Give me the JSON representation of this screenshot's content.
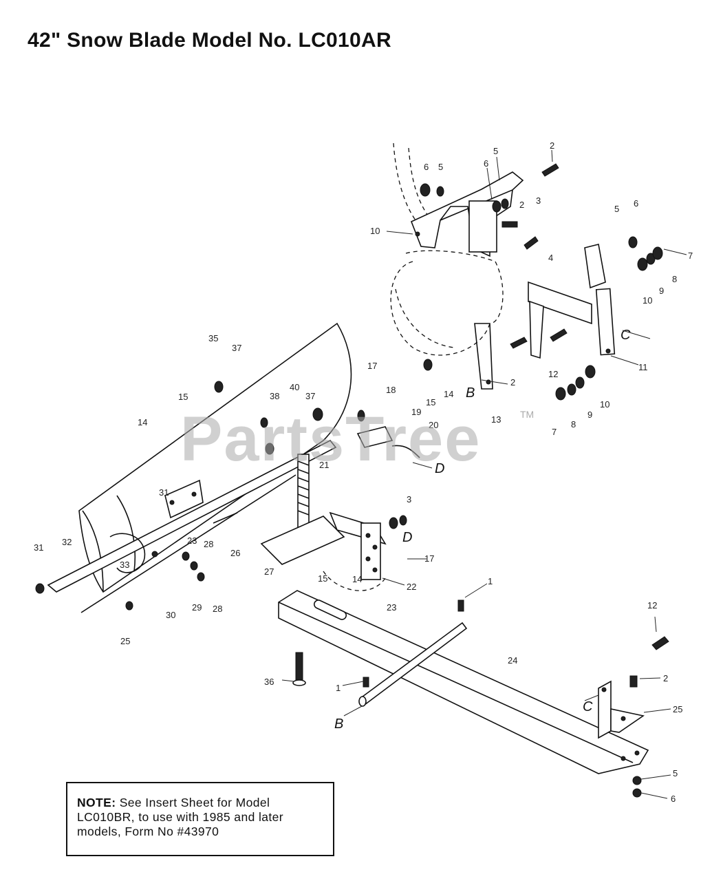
{
  "title": "42\" Snow Blade Model No. LC010AR",
  "watermark": "PartsTree",
  "watermark_mark": "TM",
  "note": {
    "label": "NOTE:",
    "text": "See Insert Sheet for Model LC010BR, to use with 1985 and later models, Form No #43970"
  },
  "callouts": [
    {
      "id": "c01",
      "text": "2"
    },
    {
      "id": "c02",
      "text": "5"
    },
    {
      "id": "c03",
      "text": "6"
    },
    {
      "id": "c04",
      "text": "6"
    },
    {
      "id": "c05",
      "text": "5"
    },
    {
      "id": "c06",
      "text": "2"
    },
    {
      "id": "c07",
      "text": "3"
    },
    {
      "id": "c08",
      "text": "10"
    },
    {
      "id": "c09",
      "text": "4"
    },
    {
      "id": "c10",
      "text": "5"
    },
    {
      "id": "c11",
      "text": "6"
    },
    {
      "id": "c12",
      "text": "7"
    },
    {
      "id": "c13",
      "text": "8"
    },
    {
      "id": "c14",
      "text": "9"
    },
    {
      "id": "c15",
      "text": "10"
    },
    {
      "id": "c16",
      "text": "11"
    },
    {
      "id": "c17",
      "text": "12"
    },
    {
      "id": "c18",
      "text": "2"
    },
    {
      "id": "c19",
      "text": "10"
    },
    {
      "id": "c20",
      "text": "9"
    },
    {
      "id": "c21",
      "text": "8"
    },
    {
      "id": "c22",
      "text": "7"
    },
    {
      "id": "c23",
      "text": "13"
    },
    {
      "id": "c24",
      "text": "14"
    },
    {
      "id": "c25",
      "text": "15"
    },
    {
      "id": "c26",
      "text": "17"
    },
    {
      "id": "c27",
      "text": "18"
    },
    {
      "id": "c28",
      "text": "19"
    },
    {
      "id": "c29",
      "text": "20"
    },
    {
      "id": "c30",
      "text": "35"
    },
    {
      "id": "c31",
      "text": "37"
    },
    {
      "id": "c32",
      "text": "15"
    },
    {
      "id": "c33",
      "text": "14"
    },
    {
      "id": "c34",
      "text": "38"
    },
    {
      "id": "c35",
      "text": "40"
    },
    {
      "id": "c36",
      "text": "37"
    },
    {
      "id": "c37",
      "text": "21"
    },
    {
      "id": "c38",
      "text": "31"
    },
    {
      "id": "c39",
      "text": "3"
    },
    {
      "id": "c40",
      "text": "17"
    },
    {
      "id": "c41",
      "text": "15"
    },
    {
      "id": "c42",
      "text": "14"
    },
    {
      "id": "c43",
      "text": "22"
    },
    {
      "id": "c44",
      "text": "23"
    },
    {
      "id": "c45",
      "text": "31"
    },
    {
      "id": "c46",
      "text": "32"
    },
    {
      "id": "c47",
      "text": "33"
    },
    {
      "id": "c48",
      "text": "23"
    },
    {
      "id": "c49",
      "text": "28"
    },
    {
      "id": "c50",
      "text": "26"
    },
    {
      "id": "c51",
      "text": "27"
    },
    {
      "id": "c52",
      "text": "30"
    },
    {
      "id": "c53",
      "text": "29"
    },
    {
      "id": "c54",
      "text": "28"
    },
    {
      "id": "c55",
      "text": "25"
    },
    {
      "id": "c56",
      "text": "1"
    },
    {
      "id": "c57",
      "text": "12"
    },
    {
      "id": "c58",
      "text": "24"
    },
    {
      "id": "c59",
      "text": "2"
    },
    {
      "id": "c60",
      "text": "25"
    },
    {
      "id": "c61",
      "text": "36"
    },
    {
      "id": "c62",
      "text": "1"
    },
    {
      "id": "c63",
      "text": "5"
    },
    {
      "id": "c64",
      "text": "6"
    }
  ],
  "letters": [
    {
      "id": "L1",
      "text": "B"
    },
    {
      "id": "L2",
      "text": "C"
    },
    {
      "id": "L3",
      "text": "D"
    },
    {
      "id": "L4",
      "text": "D"
    },
    {
      "id": "L5",
      "text": "C"
    },
    {
      "id": "L6",
      "text": "B"
    }
  ]
}
